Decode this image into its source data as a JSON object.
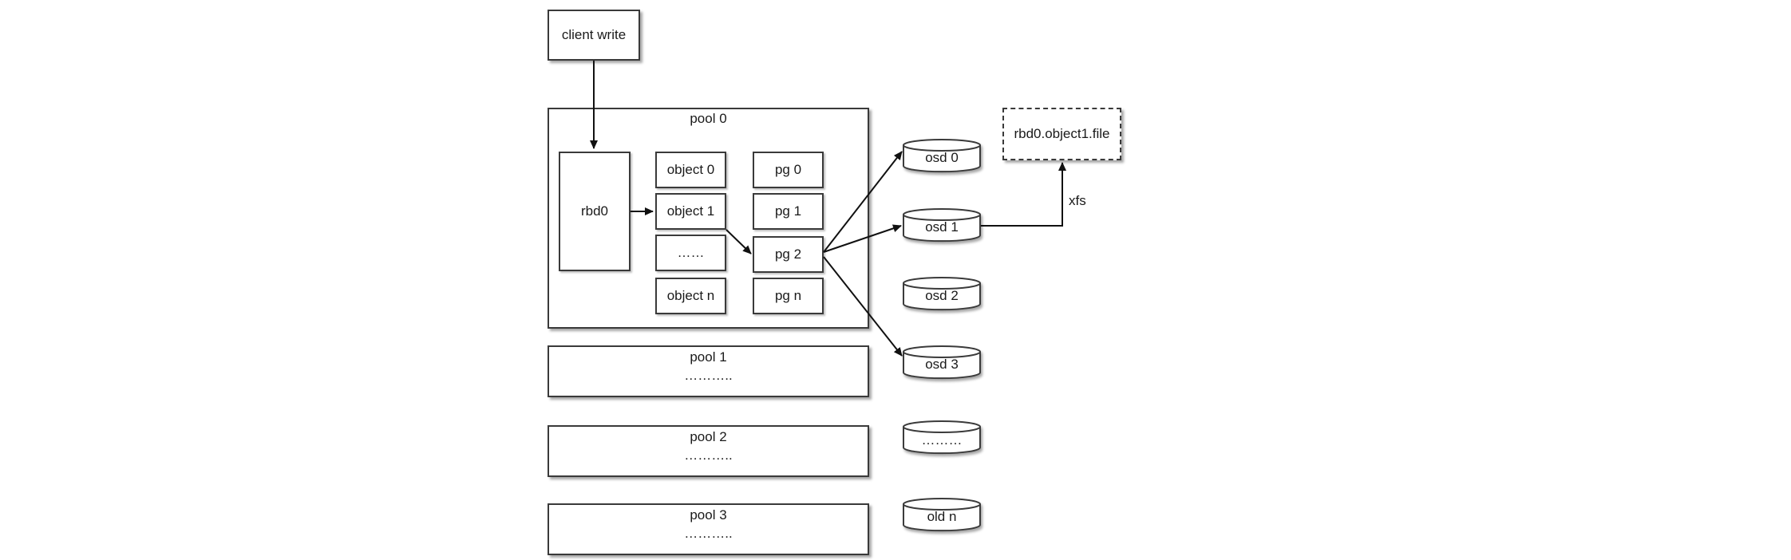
{
  "client_write": "client write",
  "pools": [
    {
      "name": "pool 0"
    },
    {
      "name": "pool 1",
      "dots": "……….."
    },
    {
      "name": "pool 2",
      "dots": "……….."
    },
    {
      "name": "pool 3",
      "dots": "……….."
    }
  ],
  "rbd": "rbd0",
  "objects": [
    "object 0",
    "object 1",
    "……",
    "object n"
  ],
  "pgs": [
    "pg 0",
    "pg 1",
    "pg 2",
    "pg n"
  ],
  "osds": [
    "osd 0",
    "osd 1",
    "osd 2",
    "osd 3",
    "………",
    "old n"
  ],
  "file": "rbd0.object1.file",
  "fs_label": "xfs"
}
